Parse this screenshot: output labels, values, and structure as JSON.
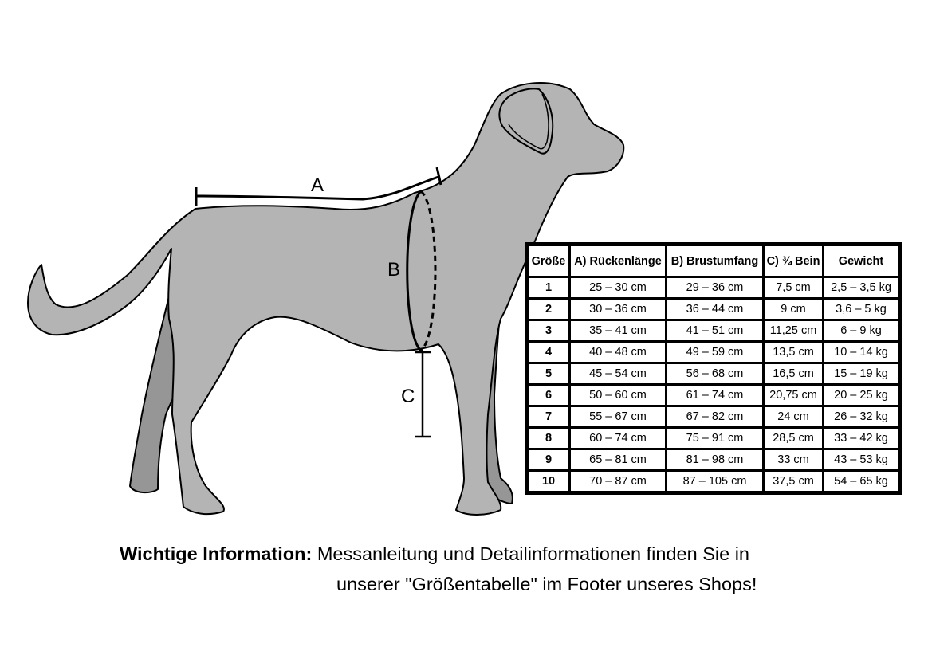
{
  "diagram": {
    "measure_labels": {
      "a": "A",
      "b": "B",
      "c": "C"
    }
  },
  "size_table": {
    "headers": [
      "Größe",
      "A) Rückenlänge",
      "B) Brustumfang",
      "C) ¾ Bein",
      "Gewicht"
    ],
    "rows": [
      [
        "1",
        "25 – 30 cm",
        "29 – 36 cm",
        "7,5 cm",
        "2,5 – 3,5 kg"
      ],
      [
        "2",
        "30 – 36 cm",
        "36 – 44 cm",
        "9 cm",
        "3,6 – 5 kg"
      ],
      [
        "3",
        "35 – 41 cm",
        "41 – 51 cm",
        "11,25 cm",
        "6 – 9 kg"
      ],
      [
        "4",
        "40 – 48 cm",
        "49 – 59 cm",
        "13,5 cm",
        "10 – 14 kg"
      ],
      [
        "5",
        "45 – 54 cm",
        "56 – 68 cm",
        "16,5 cm",
        "15 – 19 kg"
      ],
      [
        "6",
        "50 – 60 cm",
        "61 – 74 cm",
        "20,75 cm",
        "20 – 25 kg"
      ],
      [
        "7",
        "55 – 67 cm",
        "67 – 82 cm",
        "24 cm",
        "26 – 32 kg"
      ],
      [
        "8",
        "60 – 74 cm",
        "75 – 91 cm",
        "28,5 cm",
        "33 – 42 kg"
      ],
      [
        "9",
        "65 – 81 cm",
        "81 – 98 cm",
        "33 cm",
        "43 – 53 kg"
      ],
      [
        "10",
        "70 – 87 cm",
        "87 – 105 cm",
        "37,5 cm",
        "54 – 65 kg"
      ]
    ]
  },
  "info": {
    "label": "Wichtige Information:",
    "line1": "Messanleitung und Detailinformationen finden Sie in",
    "line2": "unserer \"Größentabelle\" im Footer unseres Shops!"
  }
}
